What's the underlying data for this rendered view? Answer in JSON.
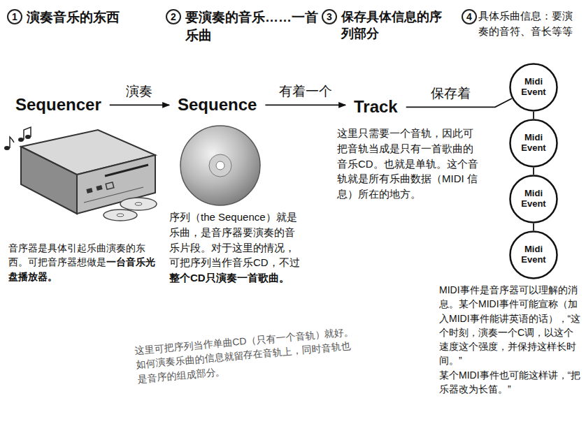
{
  "diagram": {
    "nodes": [
      {
        "text": [
          "Sequencer"
        ]
      },
      {
        "text": [
          "Sequence"
        ]
      },
      {
        "text": [
          "Track"
        ]
      },
      {
        "text": [
          "Midi Event"
        ]
      },
      {
        "text": [
          "Midi Event"
        ]
      },
      {
        "text": [
          "Midi Event"
        ]
      },
      {
        "text": [
          "Midi Event"
        ]
      }
    ],
    "edges": [
      {
        "from": 0,
        "to": 1,
        "arrow": "to",
        "label": "演奏"
      },
      {
        "from": 1,
        "to": 2,
        "arrow": "to",
        "label": "有着一个"
      },
      {
        "from": 2,
        "to": 3,
        "arrow": "none",
        "label": "保存着"
      },
      {
        "from": 3,
        "to": 4,
        "arrow": "none"
      },
      {
        "from": 4,
        "to": 5,
        "arrow": "none"
      },
      {
        "from": 5,
        "to": 6,
        "arrow": "none"
      }
    ],
    "labels": [
      "1",
      "演奏音乐的东西",
      "2",
      "要演奏的音乐……一首乐曲",
      "3",
      "保存具体信息的序列部分",
      "4",
      "具体乐曲信息：要演奏的音符、音长等等",
      "这里只需要一个音轨，因此可把音轨当成是只有一首歌曲的音乐CD。也就是单轨。这个音轨就是所有乐曲数据（MIDI 信息）所在的地方。",
      "序列（the Sequence）就是乐曲，是音序器要演奏的音乐片段。对于这里的情况，可把序列当作音乐CD，不过",
      "整个CD只演奏一首歌曲。",
      "音序器是具体引起乐曲演奏的东西。可把音序器想做是",
      "一台音乐光盘播放器。",
      "这里可把序列当作单曲CD（只有一个音轨）就好。如何演奏乐曲的信息就留存在音轨上，同时音轨也是音序的组成部分。",
      "MIDI事件是音序器可以理解的消息。某个MIDI事件可能宣称（加入MIDI事件能讲英语的话），“这个时刻，演奏一个C调，以这个速度这个强度，并保持这样长时间。”",
      "某个MIDI事件也可能这样讲，“把乐器改为长笛。”"
    ]
  }
}
